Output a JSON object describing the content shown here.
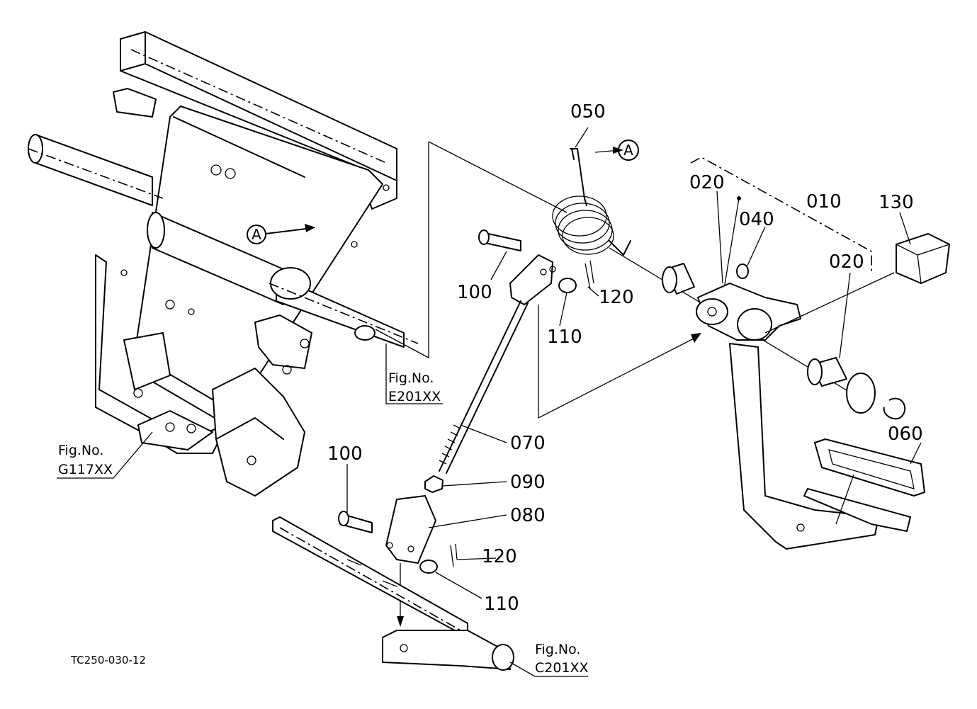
{
  "parts": {
    "p010": "010",
    "p020a": "020",
    "p020b": "020",
    "p040": "040",
    "p050": "050",
    "p060": "060",
    "p070": "070",
    "p080": "080",
    "p090": "090",
    "p100a": "100",
    "p100b": "100",
    "p110a": "110",
    "p110b": "110",
    "p120a": "120",
    "p120b": "120",
    "p130": "130"
  },
  "references": {
    "fig_label": "Fig.No.",
    "g117": "G117XX",
    "e201": "E201XX",
    "c201": "C201XX"
  },
  "markers": {
    "a1": "A",
    "a2": "A"
  },
  "drawing_code": "TC250-030-12"
}
